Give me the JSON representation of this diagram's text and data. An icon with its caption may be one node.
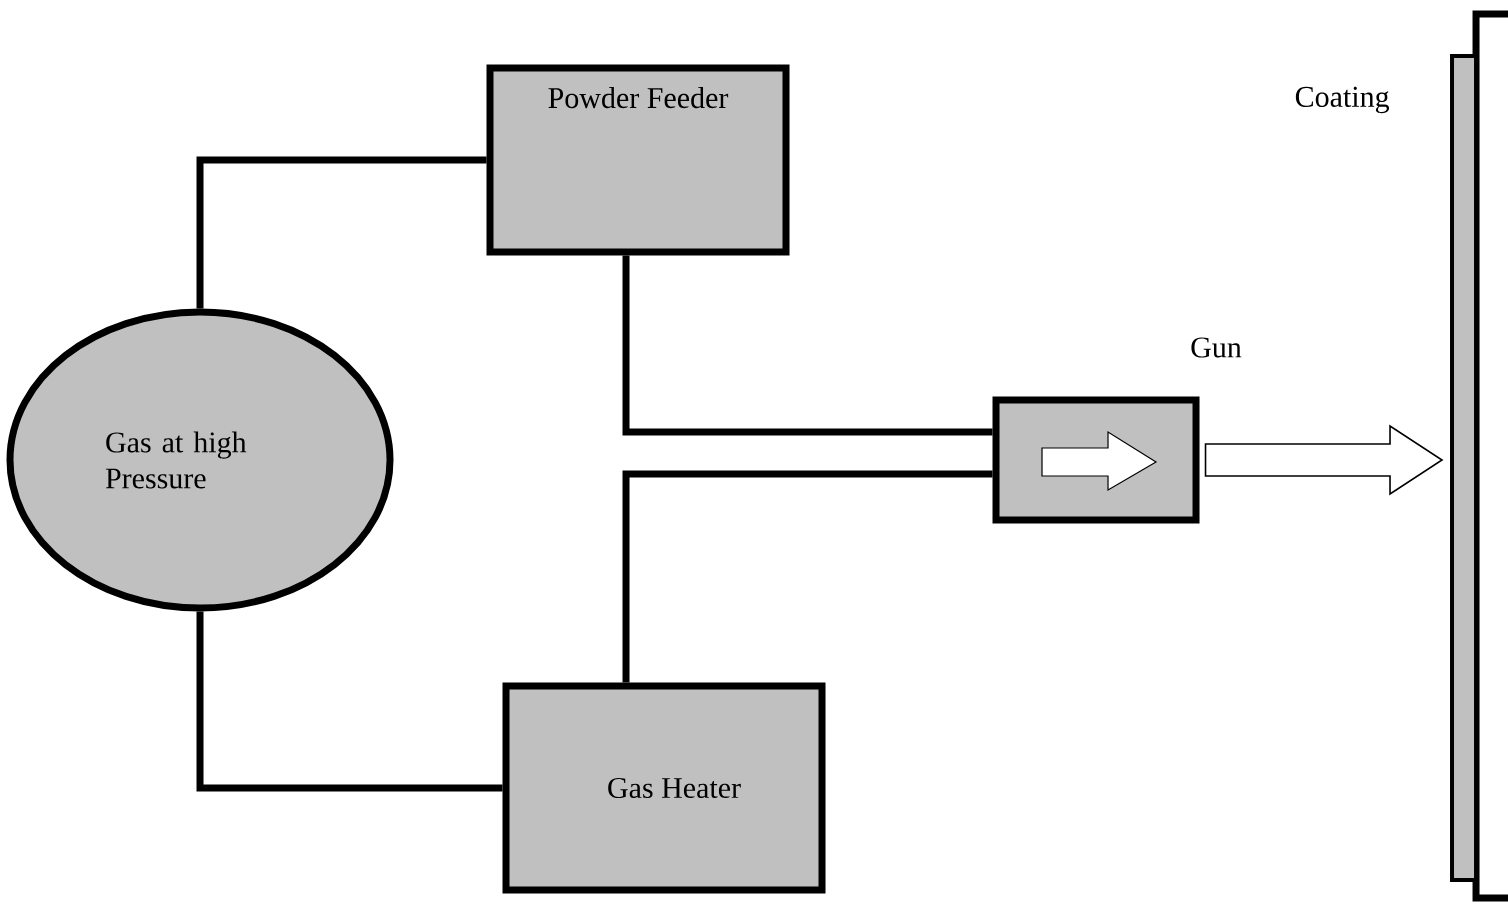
{
  "diagram": {
    "nodes": [
      {
        "text": [
          "Gas at high Pressure"
        ]
      },
      {
        "text": [
          "Powder Feeder"
        ]
      },
      {
        "text": [
          "Gas Heater"
        ]
      },
      {
        "text": [
          "Gun"
        ]
      },
      {
        "text": [],
        "shape": "box"
      },
      {
        "text": [
          "Coating"
        ]
      }
    ],
    "edges": [
      {
        "from": 0,
        "to": 1,
        "arrow": "none"
      },
      {
        "from": 0,
        "to": 2,
        "arrow": "none"
      },
      {
        "from": 1,
        "to": 3,
        "arrow": "none"
      },
      {
        "from": 2,
        "to": 3,
        "arrow": "none"
      },
      {
        "from": 3,
        "to": 5,
        "arrow": "to",
        "style": "thick"
      }
    ]
  }
}
